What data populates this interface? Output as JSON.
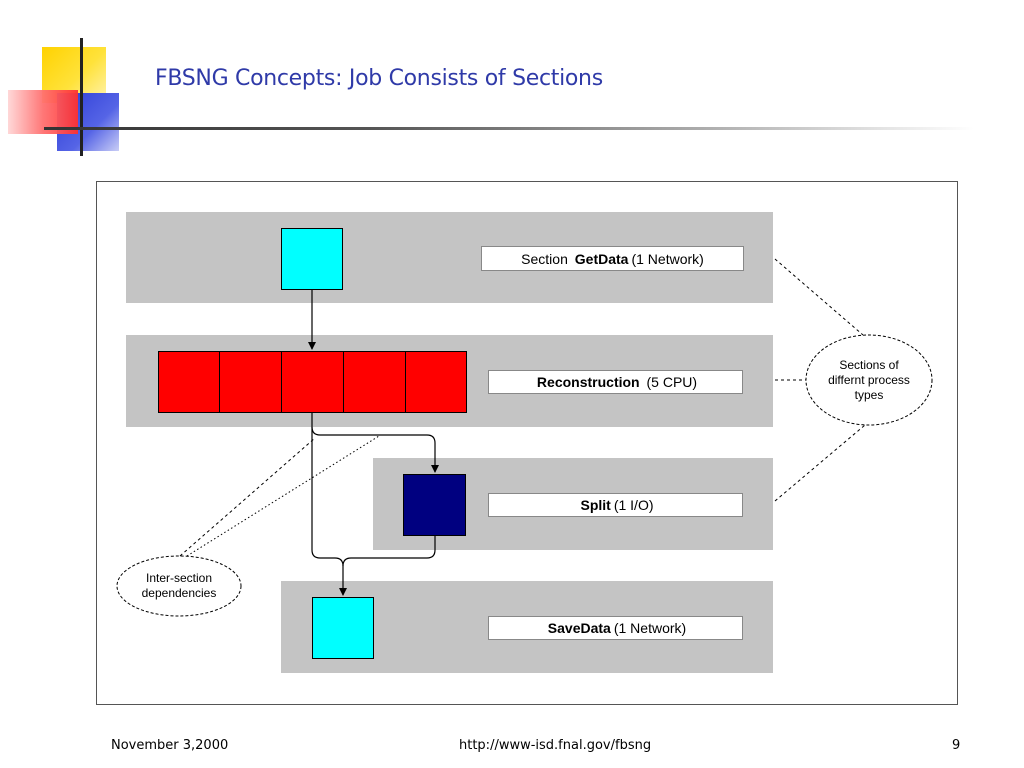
{
  "slide": {
    "title": "FBSNG Concepts: Job Consists of Sections",
    "footer": {
      "date": "November 3,2000",
      "url": "http://www-isd.fnal.gov/fbsng",
      "page": "9"
    }
  },
  "diagram": {
    "sections": [
      {
        "prefix": "Section ",
        "name": "GetData",
        "suffix": "(1 Network)",
        "color": "#00ffff"
      },
      {
        "prefix": "",
        "name": "Reconstruction",
        "suffix": " (5 CPU)",
        "color": "#ff0000"
      },
      {
        "prefix": "",
        "name": "Split",
        "suffix": "(1 I/O)",
        "color": "#000080"
      },
      {
        "prefix": "",
        "name": "SaveData",
        "suffix": "(1 Network)",
        "color": "#00ffff"
      }
    ],
    "callouts": {
      "process_types": [
        "Sections of",
        "differnt process",
        "types"
      ],
      "dependencies": [
        "Inter-section",
        "dependencies"
      ]
    }
  }
}
